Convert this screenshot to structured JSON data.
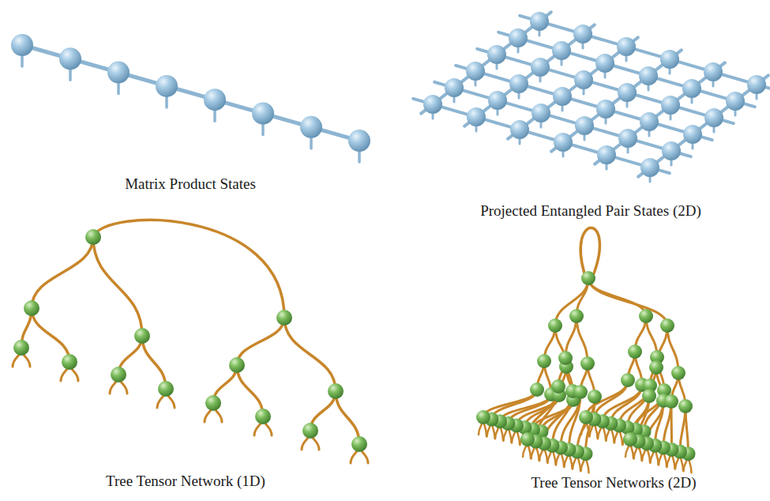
{
  "diagram": {
    "labels": [
      "Matrix Product States",
      "Projected Entangled Pair States (2D)",
      "Tree Tensor Network (1D)",
      "Tree Tensor Networks (2D)"
    ]
  }
}
